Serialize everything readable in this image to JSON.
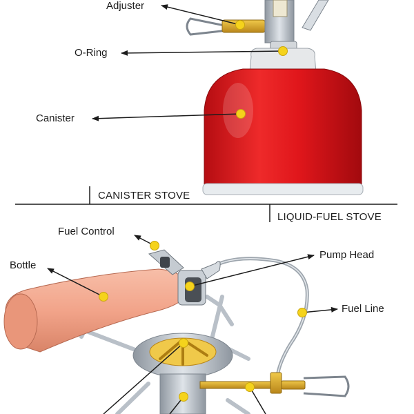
{
  "labels": {
    "adjuster": "Adjuster",
    "o_ring": "O-Ring",
    "canister": "Canister",
    "fuel_control": "Fuel Control",
    "bottle": "Bottle",
    "pump_head": "Pump Head",
    "fuel_line": "Fuel Line"
  },
  "sections": {
    "canister_stove": "CANISTER STOVE",
    "liquid_fuel_stove": "LIQUID-FUEL STOVE"
  },
  "colors": {
    "marker": "#f5d31c",
    "canister": "#e0161b",
    "bottle": "#f2a48a",
    "brass": "#d6a21e",
    "steel": "#b9c0c8",
    "arrow": "#1c1c1c"
  }
}
